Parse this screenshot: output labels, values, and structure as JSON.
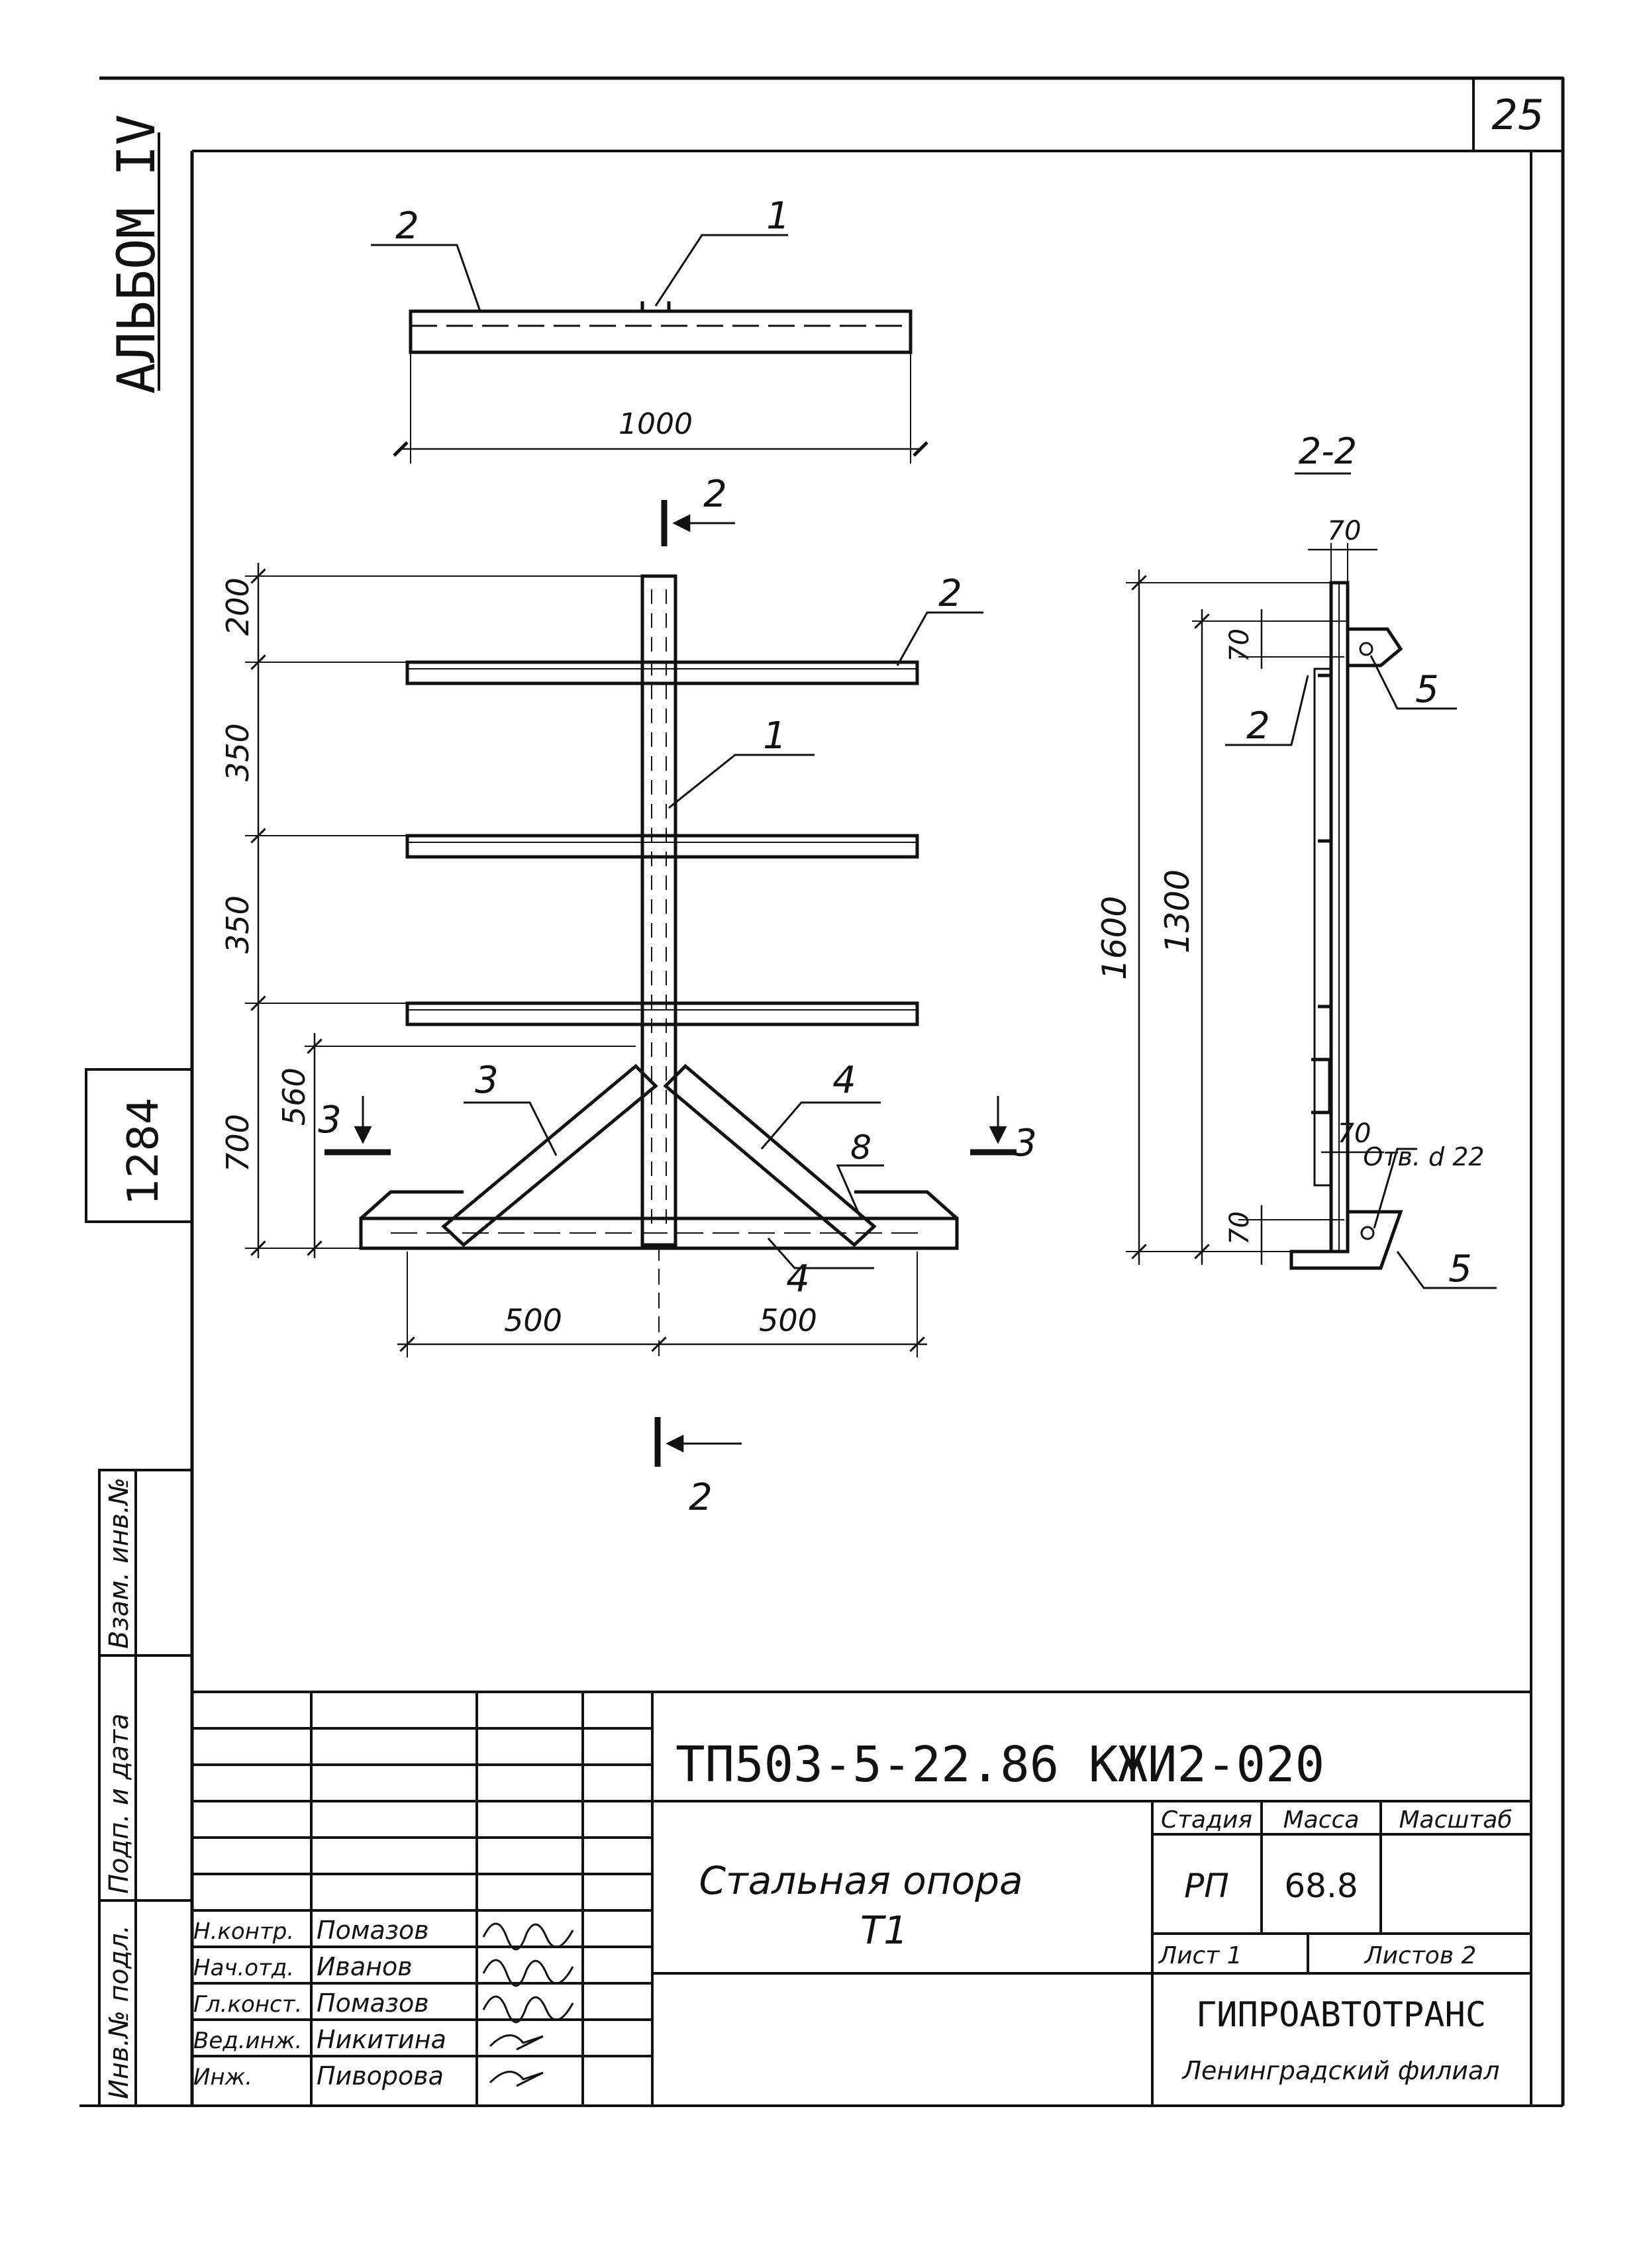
{
  "page_number": "25",
  "album_label": "АЛЬБОМ IV",
  "side_number": "1284",
  "side_stamps": [
    "Взам. инв.№",
    "Подп. и дата",
    "Инв.№ подл."
  ],
  "top_view": {
    "length": "1000",
    "callouts": [
      "2",
      "1"
    ]
  },
  "section_marks": {
    "top": "2",
    "bottom": "2",
    "left": "3",
    "right": "3"
  },
  "front_view": {
    "vertical_dims": [
      "200",
      "350",
      "350",
      "700",
      "560"
    ],
    "horizontal_dims": [
      "500",
      "500"
    ],
    "callouts": [
      "2",
      "1",
      "3",
      "4",
      "8",
      "4"
    ]
  },
  "section_view": {
    "title": "2-2",
    "dims": [
      "70",
      "70",
      "1600",
      "1300",
      "70",
      "70"
    ],
    "hole_note": "Отв. d 22",
    "callouts": [
      "5",
      "2",
      "5"
    ]
  },
  "title_block": {
    "doc_code": "ТП503-5-22.86 КЖИ2-020",
    "description": "Стальная опора",
    "item": "Т1",
    "stage_header": "Стадия",
    "mass_header": "Масса",
    "scale_header": "Масштаб",
    "stage": "РП",
    "mass": "68.8",
    "scale": "",
    "sheet": "Лист 1",
    "sheets": "Листов 2",
    "org": "ГИПРОАВТОТРАНС",
    "branch": "Ленинградский филиал",
    "signatures": [
      {
        "role": "Н.контр.",
        "name": "Помазов"
      },
      {
        "role": "Нач.отд.",
        "name": "Иванов"
      },
      {
        "role": "Гл.конст.",
        "name": "Помазов"
      },
      {
        "role": "Вед.инж.",
        "name": "Никитина"
      },
      {
        "role": "Инж.",
        "name": "Пиворова"
      }
    ]
  }
}
